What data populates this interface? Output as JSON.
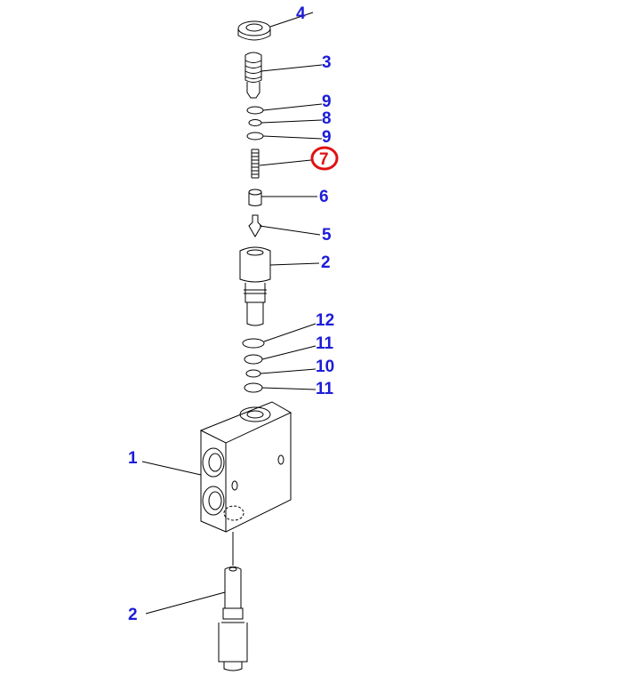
{
  "diagram": {
    "callouts": [
      {
        "part": "4"
      },
      {
        "part": "3"
      },
      {
        "part": "9"
      },
      {
        "part": "8"
      },
      {
        "part": "9"
      },
      {
        "part": "7",
        "highlighted": true
      },
      {
        "part": "6"
      },
      {
        "part": "5"
      },
      {
        "part": "2"
      },
      {
        "part": "12"
      },
      {
        "part": "11"
      },
      {
        "part": "10"
      },
      {
        "part": "11"
      },
      {
        "part": "1"
      },
      {
        "part": "2"
      }
    ],
    "colors": {
      "label": "#1c1cd8",
      "highlight": "#e01010"
    }
  }
}
